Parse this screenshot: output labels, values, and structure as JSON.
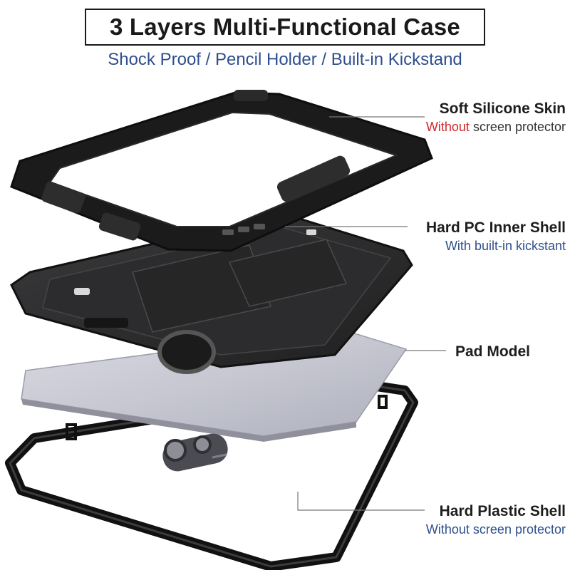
{
  "header": {
    "title": "3 Layers Multi-Functional Case",
    "subtitle": "Shock Proof / Pencil Holder / Built-in Kickstand"
  },
  "layers": [
    {
      "title": "Soft Silicone Skin",
      "sub_highlight": "Without",
      "sub_rest": " screen protector"
    },
    {
      "title": "Hard PC Inner Shell",
      "sub": "With built-in kickstant"
    },
    {
      "title": "Pad Model"
    },
    {
      "title": "Hard Plastic Shell",
      "sub": "Without screen protector"
    }
  ],
  "colors": {
    "title_text": "#1a1a1a",
    "subtitle_blue": "#2e4f8e",
    "highlight_red": "#d0282e",
    "case_black": "#1f1f1f",
    "tablet_silver": "#c9cad3"
  }
}
